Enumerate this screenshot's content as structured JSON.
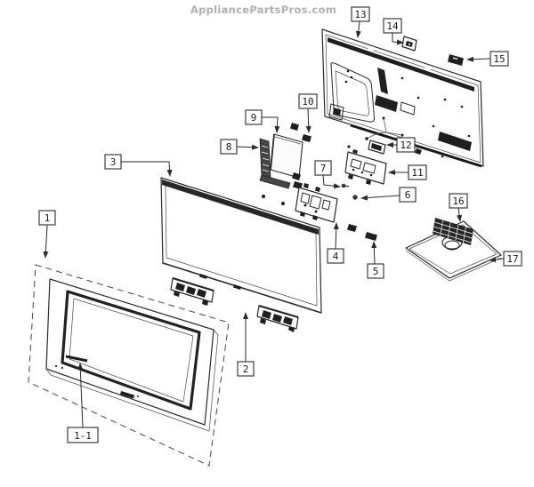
{
  "watermark": "AppliancePartsPros.com",
  "diagram": {
    "type": "exploded-parts-diagram",
    "subject": "flat-panel television assembly"
  },
  "colors": {
    "line": "#2b2b2b",
    "dark_fill": "#1f1f1f",
    "watermark": "#b0b0b0",
    "background": "#ffffff"
  },
  "callouts": [
    {
      "id": "1",
      "label": "1"
    },
    {
      "id": "1-1",
      "label": "1-1"
    },
    {
      "id": "2",
      "label": "2"
    },
    {
      "id": "3",
      "label": "3"
    },
    {
      "id": "4",
      "label": "4"
    },
    {
      "id": "5",
      "label": "5"
    },
    {
      "id": "6",
      "label": "6"
    },
    {
      "id": "7",
      "label": "7"
    },
    {
      "id": "8",
      "label": "8"
    },
    {
      "id": "9",
      "label": "9"
    },
    {
      "id": "10",
      "label": "10"
    },
    {
      "id": "11",
      "label": "11"
    },
    {
      "id": "12",
      "label": "12"
    },
    {
      "id": "13",
      "label": "13"
    },
    {
      "id": "14",
      "label": "14"
    },
    {
      "id": "15",
      "label": "15"
    },
    {
      "id": "16",
      "label": "16"
    },
    {
      "id": "17",
      "label": "17"
    }
  ]
}
